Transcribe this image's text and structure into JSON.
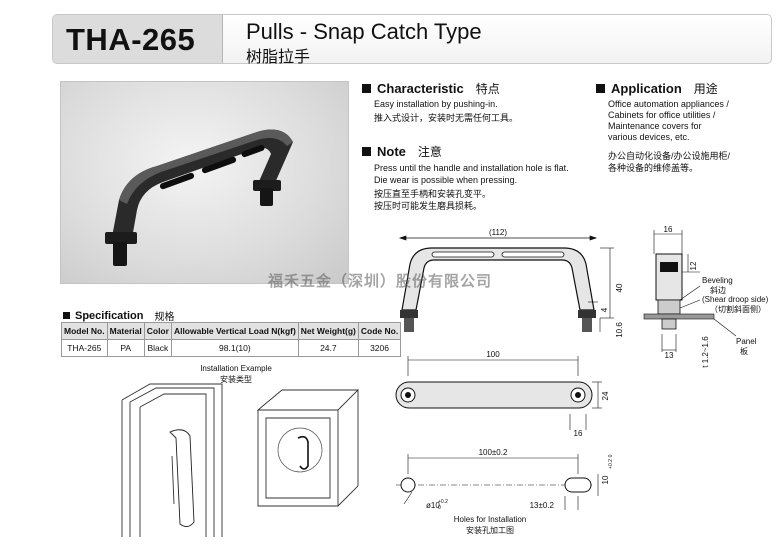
{
  "header": {
    "model": "THA-265",
    "title_en": "Pulls - Snap Catch Type",
    "title_cn": "树脂拉手"
  },
  "characteristic": {
    "title": "Characteristic",
    "title_cn": "特点",
    "line_en": "Easy installation by pushing-in.",
    "line_cn": "推入式设计，安装时无需任何工具。"
  },
  "note": {
    "title": "Note",
    "title_cn": "注意",
    "line1_en": "Press until the handle and installation hole is flat.",
    "line2_en": "Die wear is possible when pressing.",
    "line1_cn": "按压直至手柄和安装孔变平。",
    "line2_cn": "按压时可能发生磨具损耗。"
  },
  "application": {
    "title": "Application",
    "title_cn": "用途",
    "line1_en": "Office automation appliances /",
    "line2_en": "Cabinets for office utilities /",
    "line3_en": "Maintenance covers for",
    "line4_en": "various devices, etc.",
    "line1_cn": "办公自动化设备/办公设施用柜/",
    "line2_cn": "各种设备的维修盖等。"
  },
  "specification": {
    "title": "Specification",
    "title_cn": "规格",
    "headers": [
      "Model No.",
      "Material",
      "Color",
      "Allowable Vertical Load N(kgf)",
      "Net Weight(g)",
      "Code No."
    ],
    "row": [
      "THA-265",
      "PA",
      "Black",
      "98.1(10)",
      "24.7",
      "3206"
    ]
  },
  "installation": {
    "label_en": "Installation Example",
    "label_cn": "安装类型"
  },
  "watermark": "福禾五金（深圳）股份有限公司",
  "dimensions": {
    "d112": "(112)",
    "d40": "40",
    "d4": "4",
    "d106": "10.6",
    "d16_top": "16",
    "d12": "12",
    "beveling": "Beveling",
    "beveling_cn": "斜边",
    "shear": "(Shear droop side)",
    "shear_cn": "（切割斜面侧）",
    "d13": "13",
    "panel": "Panel",
    "panel_cn": "板",
    "t_range": "t 1.2~1.6",
    "d100": "100",
    "d24": "24",
    "d16_bottom": "16",
    "d100_tol": "100±0.2",
    "d10_tol": "10",
    "d10_tol_sup": "+0.2",
    "d10_tol_sub": "0",
    "d_phi10": "ø10",
    "d_phi10_sup": "+0.2",
    "d_phi10_sub": "0",
    "d13_tol": "13±0.2",
    "holes_en": "Holes for Installation",
    "holes_cn": "安装孔加工图"
  }
}
